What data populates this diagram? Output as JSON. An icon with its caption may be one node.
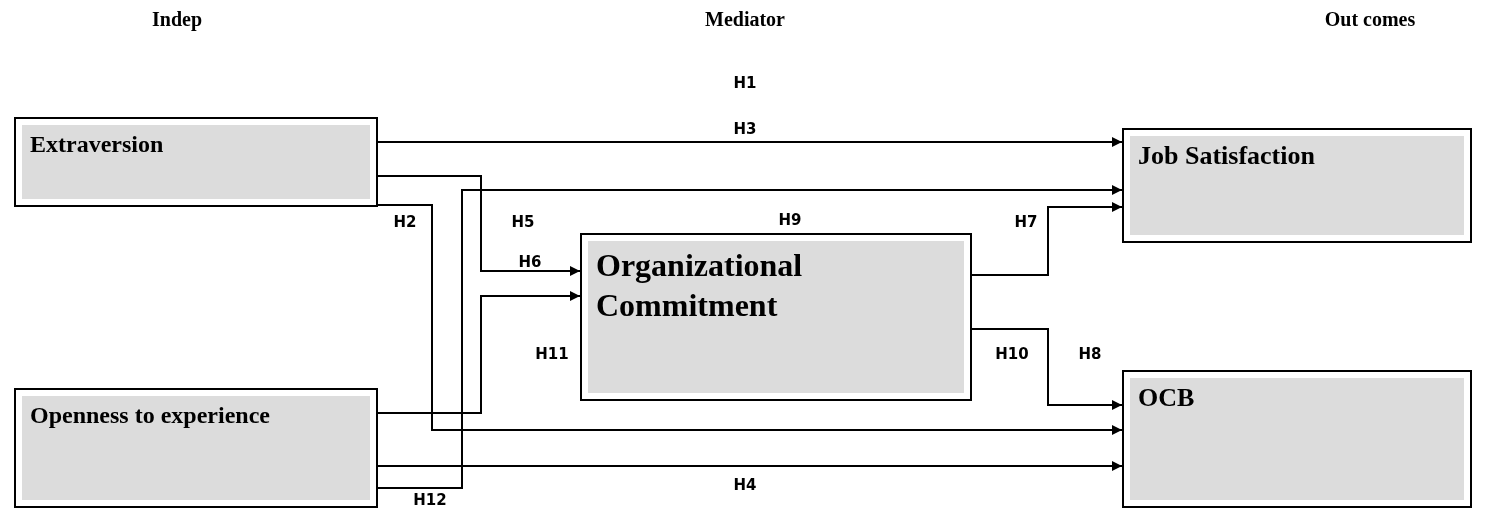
{
  "diagram": {
    "nodes": [
      {
        "text": [
          "Extraversion"
        ]
      },
      {
        "text": [
          "Openness to experience"
        ]
      },
      {
        "text": [
          "Organizational Commitment"
        ]
      },
      {
        "text": [
          "Job Satisfaction"
        ]
      },
      {
        "text": [
          "OCB"
        ]
      }
    ],
    "edges": [
      {
        "from": 0,
        "to": 3,
        "arrow": "to"
      },
      {
        "from": 0,
        "to": 2,
        "arrow": "to"
      },
      {
        "from": 0,
        "to": 4,
        "arrow": "to"
      },
      {
        "from": 1,
        "to": 3,
        "arrow": "to"
      },
      {
        "from": 1,
        "to": 2,
        "arrow": "to"
      },
      {
        "from": 1,
        "to": 4,
        "arrow": "to"
      },
      {
        "from": 2,
        "to": 3,
        "arrow": "to"
      },
      {
        "from": 2,
        "to": 4,
        "arrow": "to"
      }
    ],
    "labels": [
      "Indep",
      "Mediator",
      "Out comes",
      "H1",
      "H3",
      "H2",
      "H5",
      "H9",
      "H7",
      "H6",
      "H11",
      "H10",
      "H8",
      "H12",
      "H4"
    ]
  }
}
